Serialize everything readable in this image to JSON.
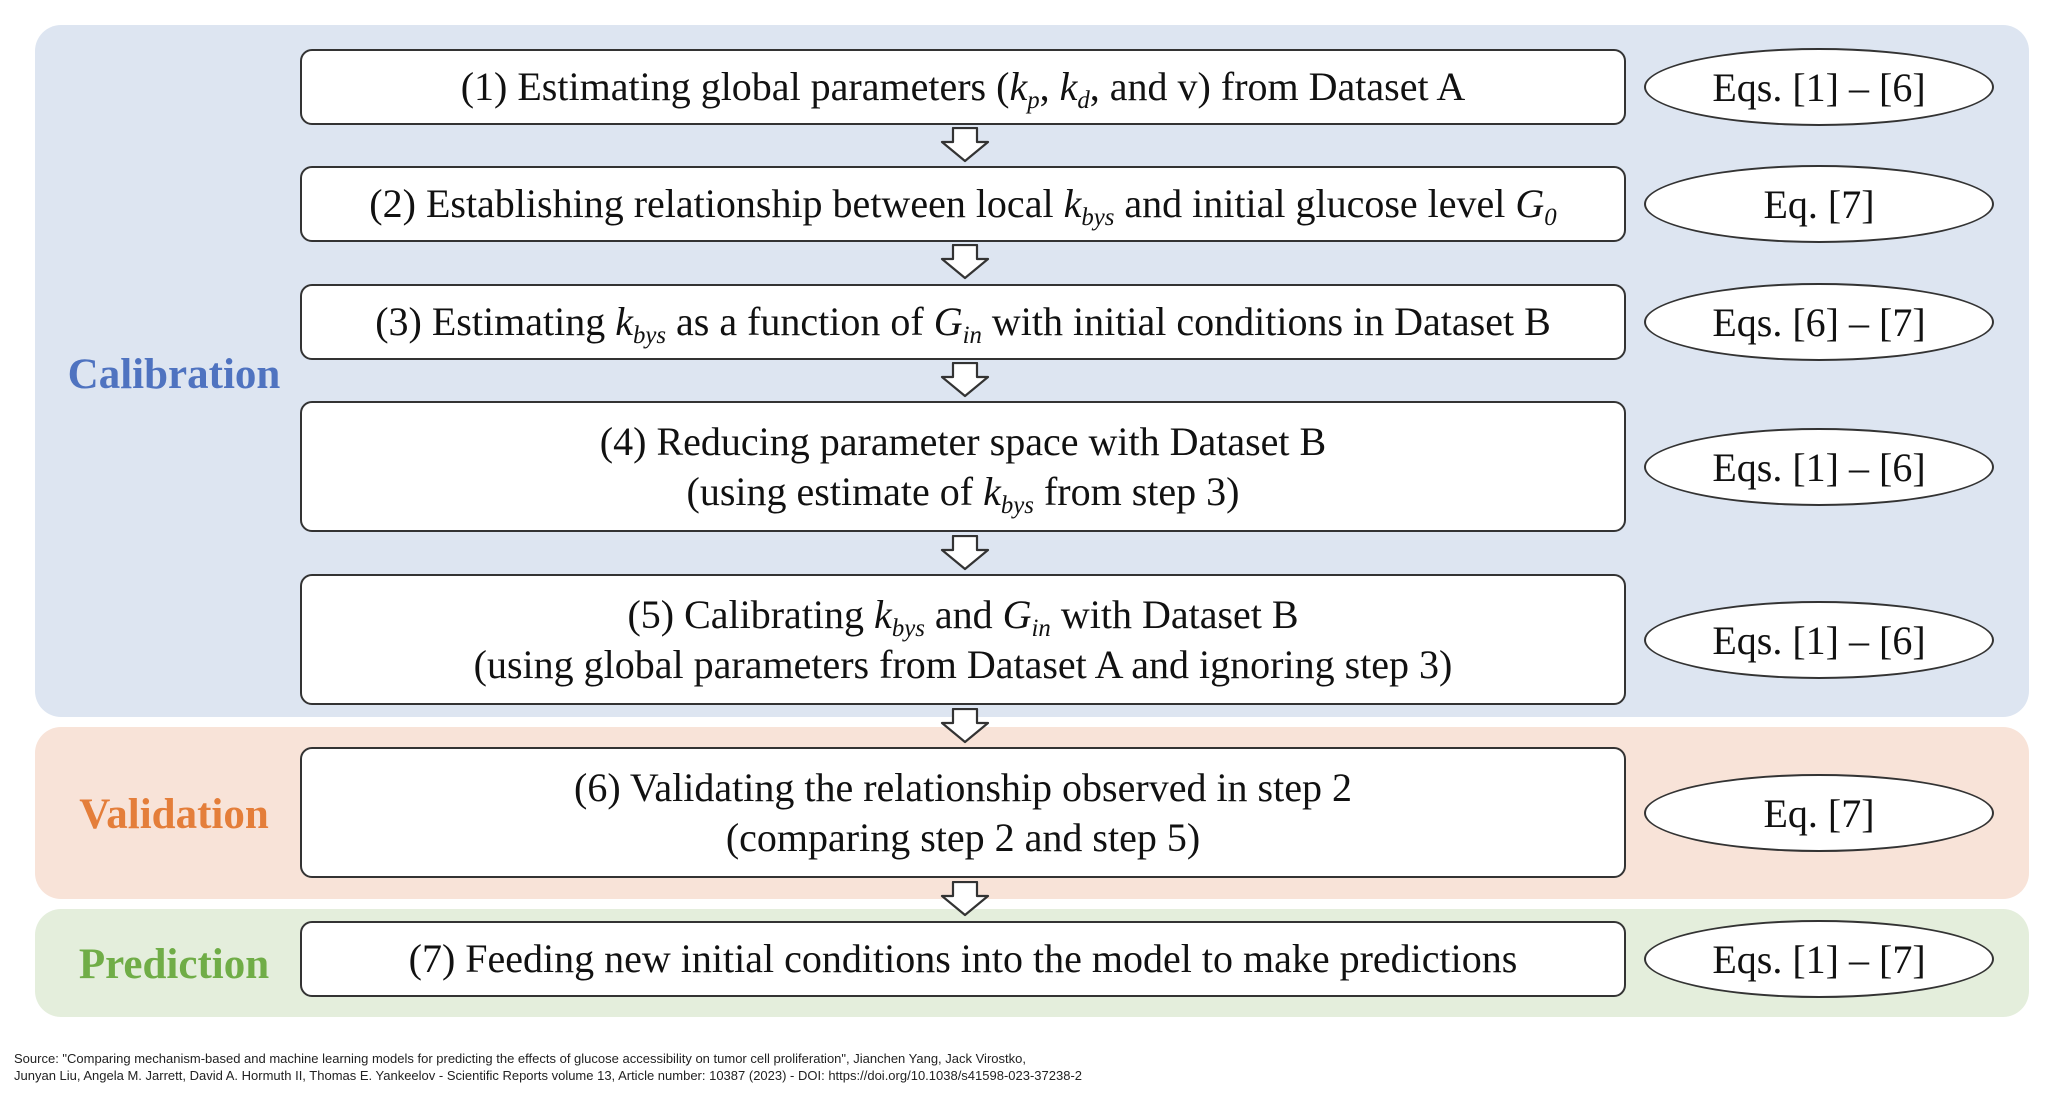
{
  "colors": {
    "calibration_bg": "#dde5f1",
    "validation_bg": "#f8e3d8",
    "prediction_bg": "#e4eedc",
    "calibration_text": "#4f73c0",
    "validation_text": "#e47e3a",
    "prediction_text": "#70ad47"
  },
  "phases": {
    "calibration": "Calibration",
    "validation": "Validation",
    "prediction": "Prediction"
  },
  "steps": {
    "s1": {
      "a": "(1) Estimating global parameters (",
      "kp_k": "k",
      "kp_sub": "p",
      "b": ", ",
      "kd_k": "k",
      "kd_sub": "d",
      "c": ", and v) from Dataset A"
    },
    "s2": {
      "a": "(2) Establishing relationship between local ",
      "k": "k",
      "k_sub": "bys",
      "b": " and initial glucose level ",
      "g": "G",
      "g_sub": "0"
    },
    "s3": {
      "a": "(3) Estimating ",
      "k": "k",
      "k_sub": "bys",
      "b": " as a function of ",
      "g": "G",
      "g_sub": "in",
      "c": " with initial conditions in Dataset B"
    },
    "s4": {
      "line1": "(4) Reducing parameter space with Dataset B",
      "l2a": "(using estimate of ",
      "k": "k",
      "k_sub": "bys",
      "l2b": " from step 3)"
    },
    "s5": {
      "a": "(5) Calibrating ",
      "k": "k",
      "k_sub": "bys",
      "b": " and ",
      "g": "G",
      "g_sub": "in",
      "c": " with Dataset B",
      "line2": "(using global parameters from Dataset A and ignoring step 3)"
    },
    "s6": {
      "line1": "(6) Validating the relationship observed in step 2",
      "line2": "(comparing step 2 and step 5)"
    },
    "s7": {
      "line1": "(7) Feeding new initial conditions into the model to make predictions"
    }
  },
  "equations": {
    "e1": "Eqs. [1] – [6]",
    "e2": "Eq. [7]",
    "e3": "Eqs. [6] – [7]",
    "e4": "Eqs. [1] – [6]",
    "e5": "Eqs. [1] – [6]",
    "e6": "Eq. [7]",
    "e7": "Eqs. [1] – [7]"
  },
  "source": {
    "line1": "Source: \"Comparing mechanism-based and machine learning models for predicting the effects of glucose accessibility on tumor cell proliferation\", Jianchen Yang, Jack Virostko,",
    "line2": "Junyan Liu, Angela M. Jarrett, David A. Hormuth II, Thomas E. Yankeelov - Scientific Reports volume 13, Article number: 10387 (2023) - DOI: https://doi.org/10.1038/s41598-023-37238-2"
  }
}
